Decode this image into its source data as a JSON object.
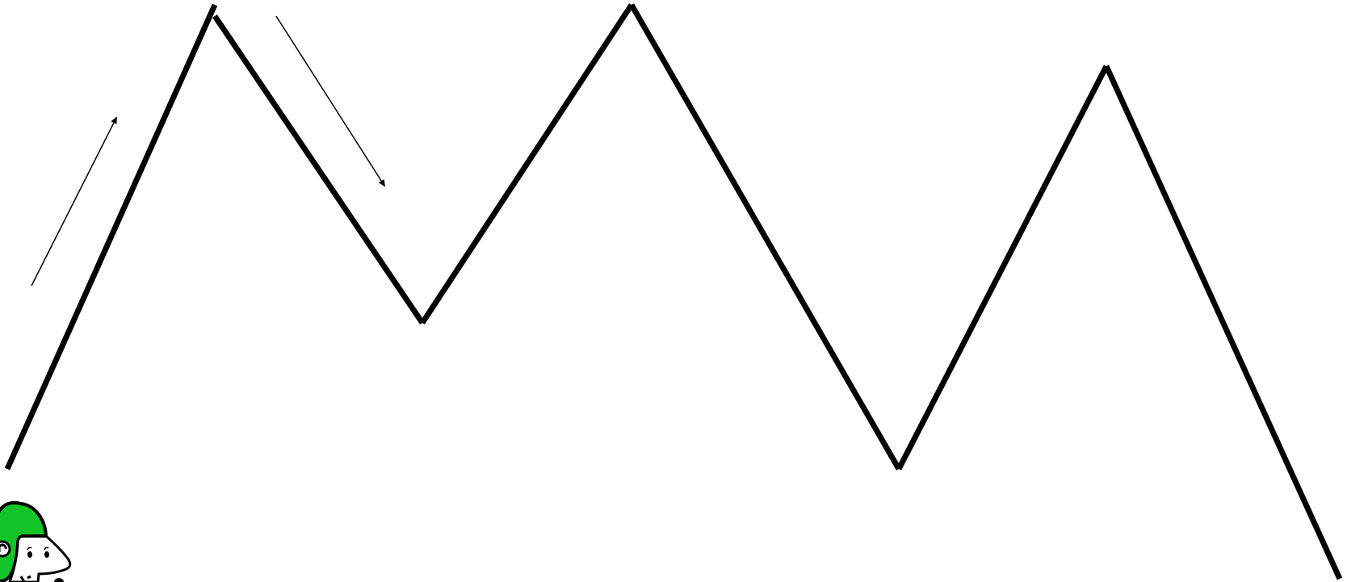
{
  "scene": {
    "background_color": "#ffffff",
    "line_color": "#000000",
    "character": {
      "icon": "green-helmet-character",
      "helmet_color": "#12c428",
      "outline_color": "#000000",
      "face_color": "#ffffff"
    },
    "hint_arrows": [
      {
        "icon": "arrow-up-right"
      },
      {
        "icon": "arrow-down-right"
      }
    ]
  }
}
